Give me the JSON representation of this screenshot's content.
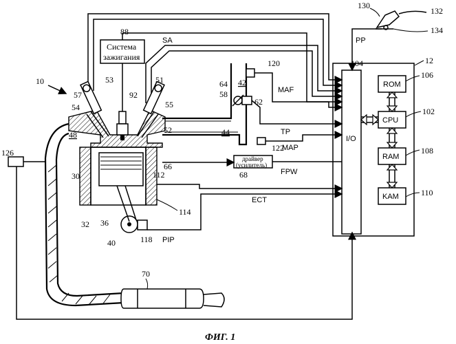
{
  "caption": "ФИГ. 1",
  "ignition_box": {
    "line1": "Система",
    "line2": "зажигания"
  },
  "driver_box": {
    "line1": "драйвер",
    "line2": "(усилитель)"
  },
  "controller": {
    "io": "I/O",
    "rom": "ROM",
    "cpu": "CPU",
    "ram": "RAM",
    "kam": "KAM"
  },
  "signals": {
    "sa": "SA",
    "pp": "PP",
    "maf": "MAF",
    "tp": "TP",
    "map": "MAP",
    "fpw": "FPW",
    "ect": "ECT",
    "pip": "PIP"
  },
  "refs": {
    "r10": "10",
    "r12": "12",
    "r30": "30",
    "r32": "32",
    "r36": "36",
    "r40": "40",
    "r42": "42",
    "r44": "44",
    "r48": "48",
    "r51": "51",
    "r52": "52",
    "r53": "53",
    "r54": "54",
    "r55": "55",
    "r57": "57",
    "r58": "58",
    "r62": "62",
    "r64": "64",
    "r66": "66",
    "r68": "68",
    "r70": "70",
    "r88": "88",
    "r92": "92",
    "r102": "102",
    "r104": "104",
    "r106": "106",
    "r108": "108",
    "r110": "110",
    "r112": "112",
    "r114": "114",
    "r118": "118",
    "r120": "120",
    "r122": "122",
    "r126": "126",
    "r130": "130",
    "r132": "132",
    "r134": "134"
  }
}
